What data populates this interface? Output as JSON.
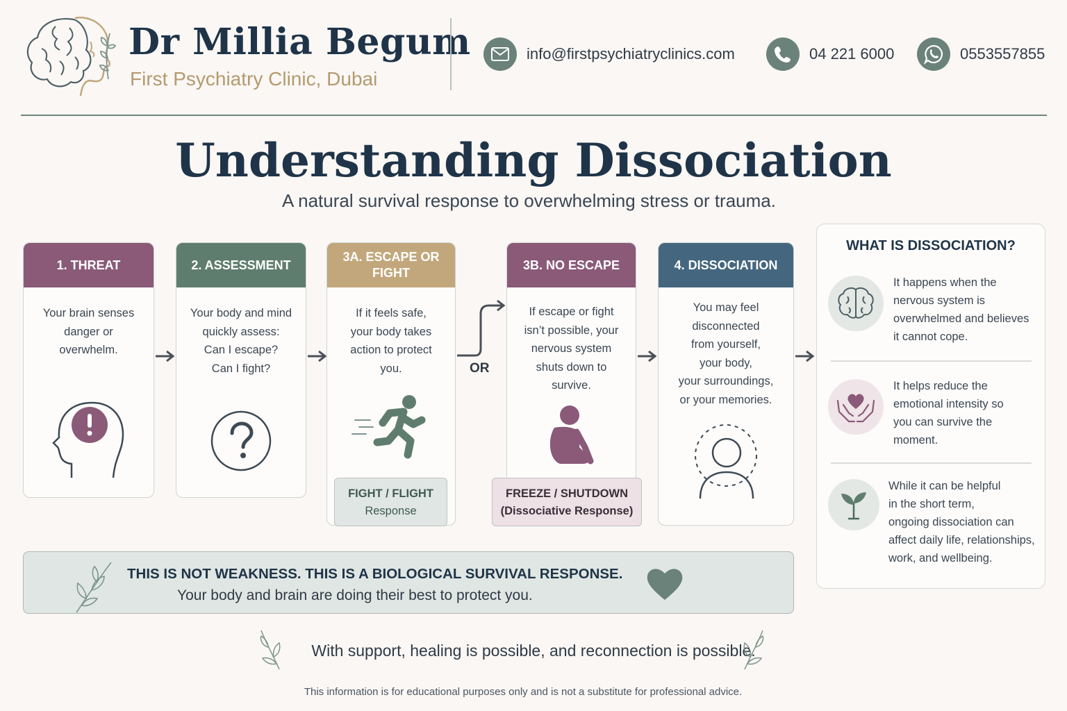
{
  "header": {
    "name": "Dr Millia Begum",
    "clinic": "First Psychiatry Clinic, Dubai",
    "email": "info@firstpsychiatryclinics.com",
    "phone": "04 221 6000",
    "whatsapp": "0553557855",
    "icons": [
      "brain-profile-logo",
      "envelope-icon",
      "phone-icon",
      "whatsapp-icon"
    ]
  },
  "title": "Understanding Dissociation",
  "subtitle": "A natural survival response to overwhelming stress or trauma.",
  "steps": [
    {
      "heading": "1. THREAT",
      "lines": [
        "Your brain senses",
        "danger or",
        "overwhelm."
      ],
      "color": "#8a5a78",
      "icon": "head-alert-icon"
    },
    {
      "heading": "2. ASSESSMENT",
      "lines": [
        "Your body and mind",
        "quickly assess:",
        "Can I escape?",
        "Can I fight?"
      ],
      "color": "#5f7d6f",
      "icon": "question-icon"
    },
    {
      "heading_lines": [
        "3A. ESCAPE OR",
        "FIGHT"
      ],
      "lines": [
        "If it feels safe,",
        "your body takes",
        "action to protect",
        "you."
      ],
      "color": "#c2a77c",
      "icon": "running-person-icon",
      "badge": [
        "FIGHT / FLIGHT",
        "Response"
      ]
    },
    {
      "heading": "3B. NO ESCAPE",
      "lines": [
        "If escape or fight",
        "isn’t possible, your",
        "nervous system",
        "shuts down to",
        "survive."
      ],
      "color": "#8a5a78",
      "icon": "curled-person-icon",
      "badge": [
        "FREEZE / SHUTDOWN",
        "(Dissociative Response)"
      ]
    },
    {
      "heading": "4. DISSOCIATION",
      "lines": [
        "You may feel",
        "disconnected",
        "from yourself,",
        "your body,",
        "your surroundings,",
        "or your memories."
      ],
      "color": "#44677f",
      "icon": "dashed-person-icon"
    }
  ],
  "or_label": "OR",
  "side": {
    "title": "WHAT IS DISSOCIATION?",
    "items": [
      {
        "lines": [
          "It happens when the",
          "nervous system is",
          "overwhelmed and believes",
          "it cannot cope."
        ],
        "icon": "brain-icon"
      },
      {
        "lines": [
          "It helps reduce the",
          "emotional intensity so",
          "you can survive the",
          "moment."
        ],
        "icon": "hands-heart-icon"
      },
      {
        "lines": [
          "While it can be helpful",
          "in the short term,",
          "ongoing dissociation can",
          "affect daily life, relationships,",
          "work, and wellbeing."
        ],
        "icon": "sprout-icon"
      }
    ]
  },
  "banner": {
    "heading": "THIS IS NOT WEAKNESS. THIS IS A BIOLOGICAL SURVIVAL RESPONSE.",
    "sub": "Your body and brain are doing their best to protect you."
  },
  "footer": "With support, healing is possible, and reconnection is possible.",
  "disclaimer": "This information is for educational purposes only and is not a substitute for professional advice.",
  "colors": {
    "navy": "#1f3448",
    "gold": "#b59a6e",
    "sage": "#6a827a",
    "plum": "#8a5a78"
  }
}
